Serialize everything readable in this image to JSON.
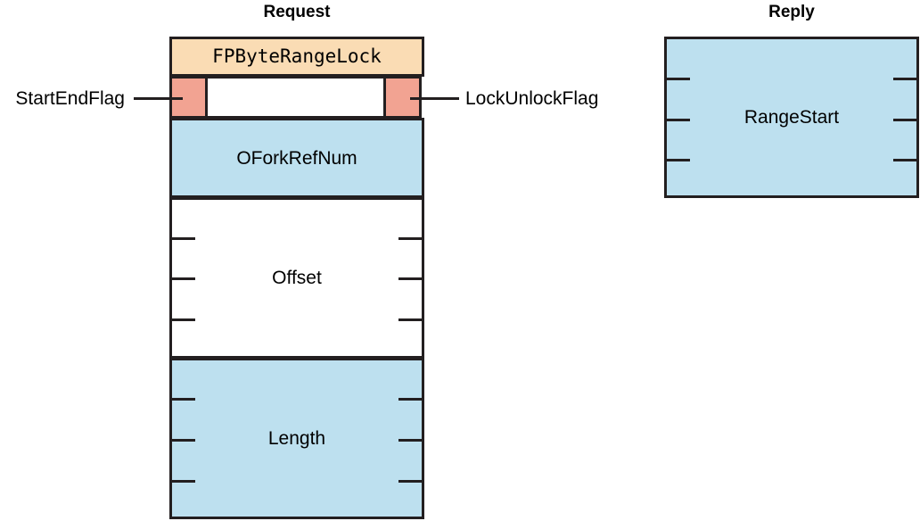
{
  "diagram": {
    "columns": {
      "request_title": "Request",
      "reply_title": "Reply"
    },
    "request_fields": [
      {
        "name": "command",
        "label": "FPByteRangeLock",
        "style": "orange",
        "mono": true
      },
      {
        "name": "start-end-flag",
        "label": "StartEndFlag",
        "style": "salmon"
      },
      {
        "name": "pad",
        "label": "",
        "style": "white"
      },
      {
        "name": "lock-unlock-flag",
        "label": "LockUnlockFlag",
        "style": "salmon"
      },
      {
        "name": "ofork-ref-num",
        "label": "OForkRefNum",
        "style": "blue"
      },
      {
        "name": "offset",
        "label": "Offset",
        "style": "white"
      },
      {
        "name": "length",
        "label": "Length",
        "style": "blue"
      }
    ],
    "reply_fields": [
      {
        "name": "range-start",
        "label": "RangeStart",
        "style": "blue"
      }
    ],
    "callouts": {
      "left": "StartEndFlag",
      "right": "LockUnlockFlag"
    },
    "colors": {
      "orange": "#fadcb4",
      "blue": "#bde0ef",
      "salmon": "#f2a392",
      "white": "#ffffff",
      "stroke": "#231f20",
      "text": "#000000"
    }
  }
}
